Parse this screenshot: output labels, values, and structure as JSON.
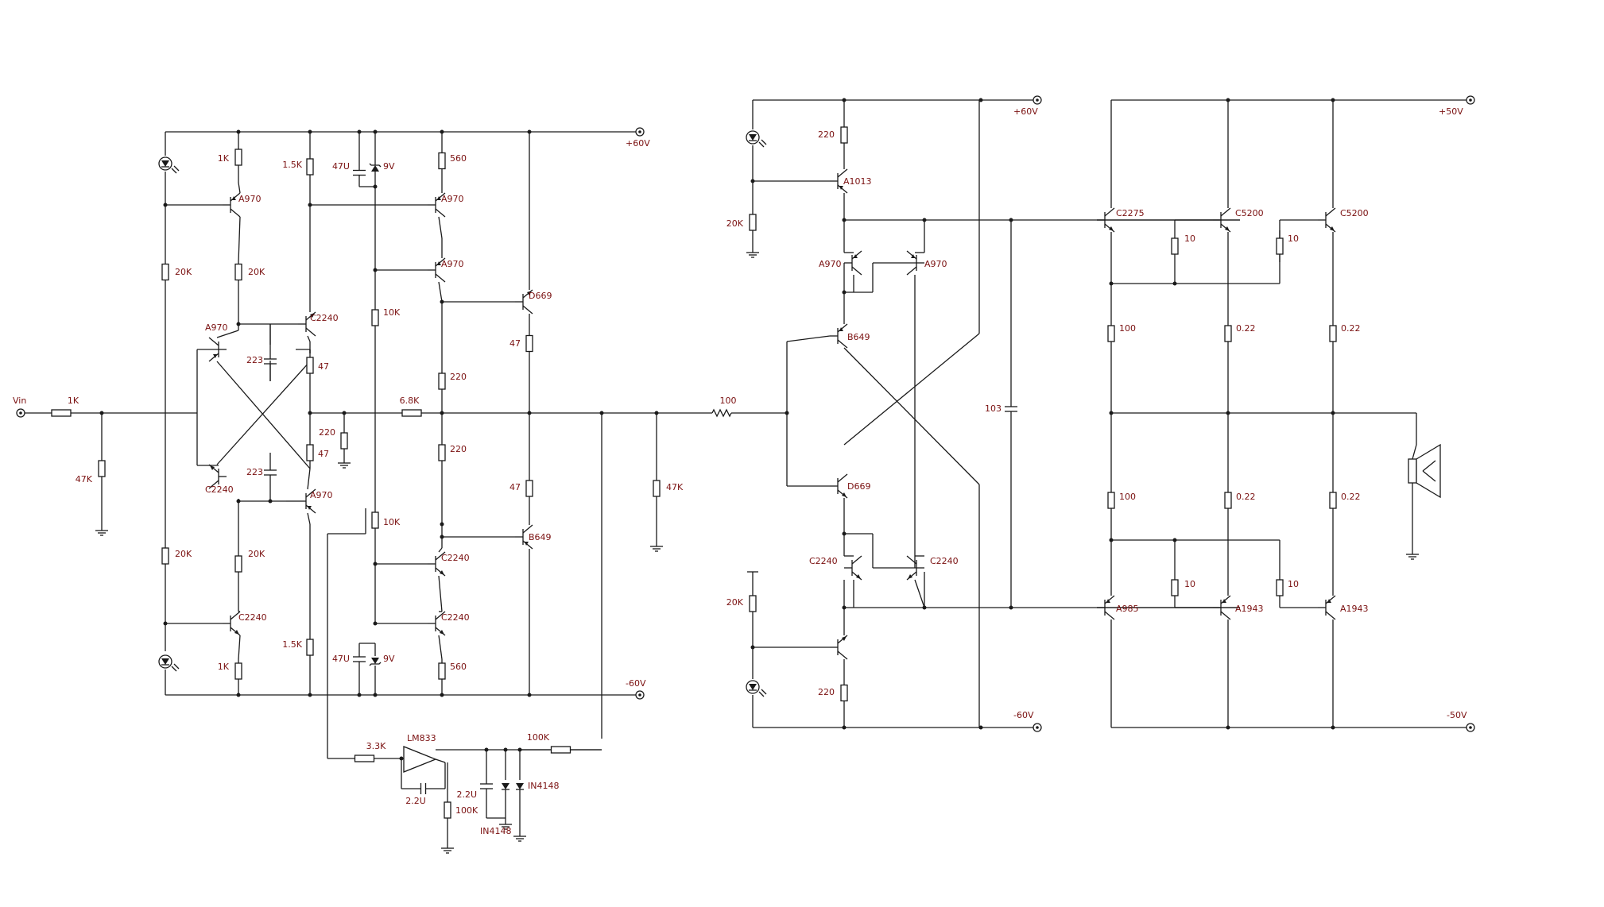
{
  "ports": {
    "vin": "Vin",
    "p60_a": "+60V",
    "n60_a": "-60V",
    "p60_b": "+60V",
    "n60_b": "-60V",
    "p50": "+50V",
    "n50": "-50V"
  },
  "labels": {
    "r1k_in": "1K",
    "r47k_in": "47K",
    "r1k_top": "1K",
    "q_a970_1": "A970",
    "r20k_l_top": "20K",
    "r20k_m_top": "20K",
    "r1k5_top": "1.5K",
    "c47u_top": "47U",
    "z9v_top": "9V",
    "r560_top": "560",
    "q_a970_2": "A970",
    "q_a970_3": "A970",
    "q_a970_4": "A970",
    "q_c2240_1": "C2240",
    "c223_a": "223",
    "r47_a": "47",
    "r47_b": "47",
    "r10k_a": "10K",
    "r220_a": "220",
    "r220_b": "220",
    "r220_c": "220",
    "r68k": "6.8K",
    "q_d669_1": "D669",
    "r47_c": "47",
    "r47_d": "47",
    "q_c2240_2": "C2240",
    "c223_b": "223",
    "q_a970_5": "A970",
    "r20k_l_bot": "20K",
    "r20k_m_bot": "20K",
    "r10k_b": "10K",
    "q_b649_1": "B649",
    "q_c2240_3": "C2240",
    "q_c2240_4": "C2240",
    "q_c2240_5": "C2240",
    "r1k_bot": "1K",
    "r1k5_bot": "1.5K",
    "c47u_bot": "47U",
    "z9v_bot": "9V",
    "r560_bot": "560",
    "u_lm833": "LM833",
    "r33k": "3.3K",
    "c22u_fb": "2.2U",
    "r100k_gnd": "100K",
    "c22u_b": "2.2U",
    "d_in4148_a": "IN4148",
    "d_in4148_b": "IN4148",
    "r100k_fb": "100K",
    "r47k_out": "47K",
    "r100_link": "100",
    "r220_d_top": "220",
    "q_a1013": "A1013",
    "r20k_d_top": "20K",
    "q_a970_d1": "A970",
    "q_a970_d2": "A970",
    "q_b649_d": "B649",
    "q_d669_d": "D669",
    "q_c2240_d1": "C2240",
    "q_c2240_d2": "C2240",
    "r20k_d_bot": "20K",
    "r220_d_bot": "220",
    "c103": "103",
    "q_c2275": "C2275",
    "q_c5200_1": "C5200",
    "q_c5200_2": "C5200",
    "r10_a": "10",
    "r10_b": "10",
    "r100_a": "100",
    "r022_a": "0.22",
    "r022_b": "0.22",
    "r100_b": "100",
    "r022_c": "0.22",
    "r022_d": "0.22",
    "r10_c": "10",
    "r10_d": "10",
    "q_a985": "A985",
    "q_a1943_1": "A1943",
    "q_a1943_2": "A1943"
  }
}
